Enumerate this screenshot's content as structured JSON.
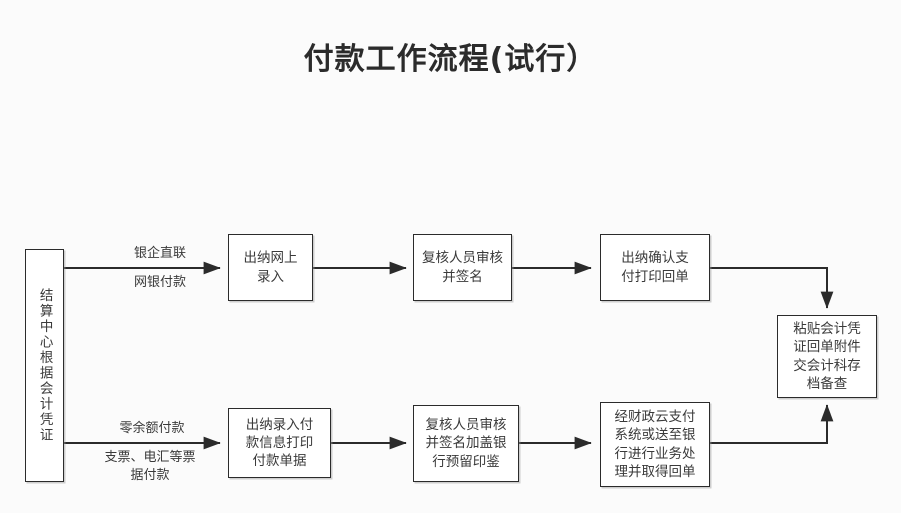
{
  "title": "付款工作流程(试行）",
  "colors": {
    "background": "#fbfbfb",
    "stroke": "#2b2b2b",
    "text": "#3a3a3a",
    "title": "#2b2b2b",
    "node_fill": "#ffffff"
  },
  "nodes": {
    "source": {
      "id": "settlement-center",
      "label": "结算中心根据会计凭证",
      "orientation": "vertical"
    },
    "top_row": [
      {
        "id": "cashier-online-entry",
        "label": "出纳网上\n录入"
      },
      {
        "id": "reviewer-audit-sign",
        "label": "复核人员审核\n并签名"
      },
      {
        "id": "cashier-confirm-print-receipt",
        "label": "出纳确认支\n付打印回单"
      }
    ],
    "bottom_row": [
      {
        "id": "cashier-entry-print-voucher",
        "label": "出纳录入付\n款信息打印\n付款单据"
      },
      {
        "id": "reviewer-audit-sign-seal",
        "label": "复核人员审核\n并签名加盖银\n行预留印鉴"
      },
      {
        "id": "finance-cloud-or-bank",
        "label": "经财政云支付\n系统或送至银\n行进行业务处\n理并取得回单"
      }
    ],
    "terminal": {
      "id": "archive-accounting-voucher",
      "label": "粘贴会计凭\n证回单附件\n交会计科存\n档备查"
    }
  },
  "edge_labels": {
    "top_above": "银企直联",
    "top_below": "网银付款",
    "bottom_above": "零余额付款",
    "bottom_below": "支票、电汇等票\n据付款"
  }
}
